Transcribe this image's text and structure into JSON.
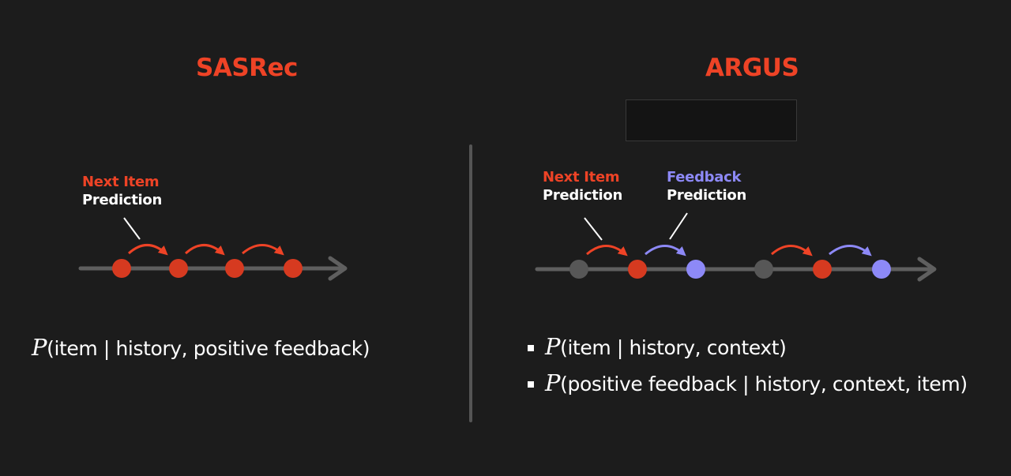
{
  "left": {
    "title": "SASRec",
    "label": {
      "line1": "Next Item",
      "line2": "Prediction"
    },
    "formula": {
      "p": "P",
      "rest": "(item | history, positive feedback)"
    }
  },
  "right": {
    "title": "ARGUS",
    "label_next": {
      "line1": "Next Item",
      "line2": "Prediction"
    },
    "label_feedback": {
      "line1": "Feedback",
      "line2": "Prediction"
    },
    "formulas": [
      {
        "p": "P",
        "rest": "(item | history, context)"
      },
      {
        "p": "P",
        "rest": "(positive feedback | history, context, item)"
      }
    ]
  },
  "colors": {
    "background": "#1c1c1c",
    "accent_red": "#ee4326",
    "node_red": "#d63a20",
    "accent_blue": "#8d89f7",
    "node_gray": "#575757",
    "line_gray": "#5f5f5f",
    "text": "#ffffff"
  }
}
